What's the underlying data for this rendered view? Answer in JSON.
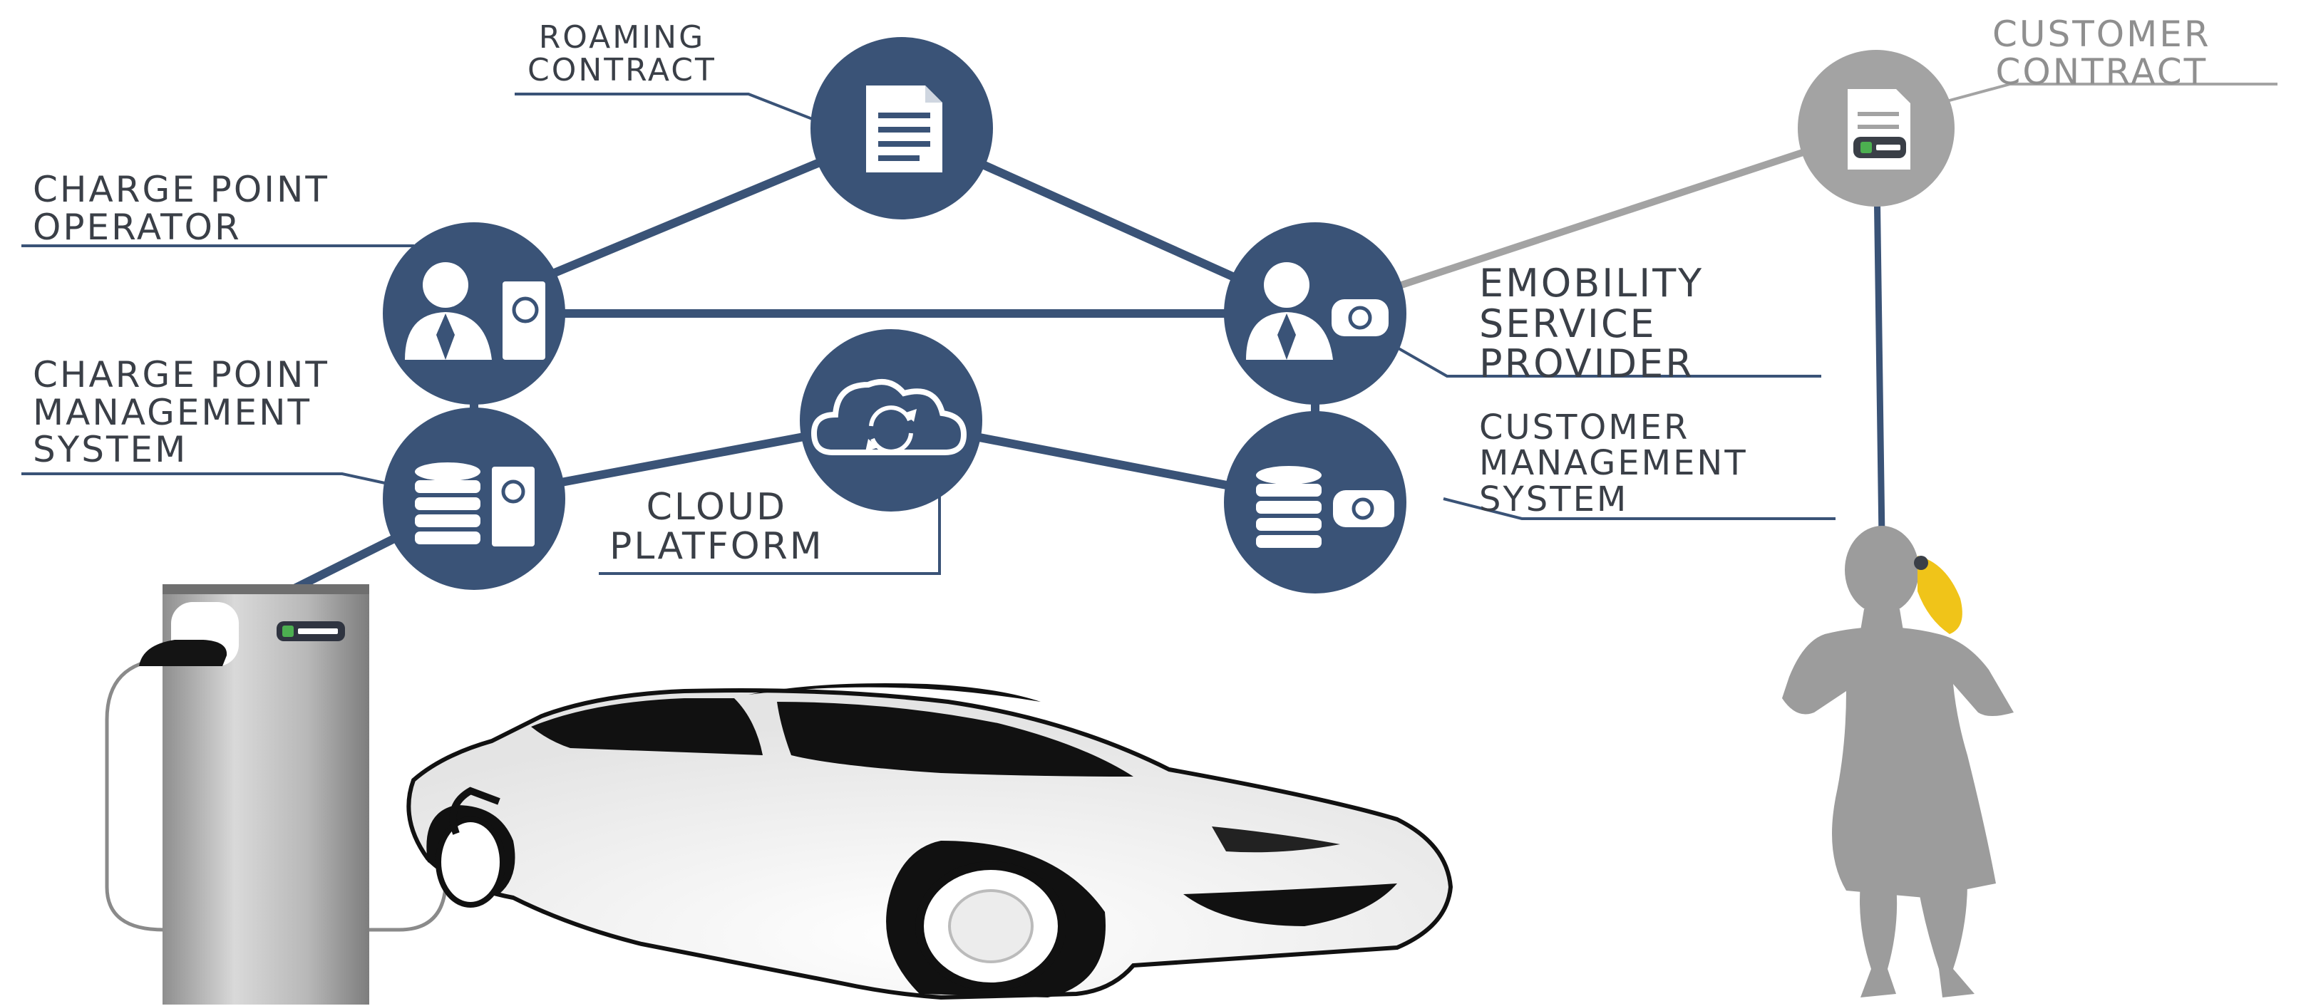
{
  "colors": {
    "navy": "#3a5377",
    "gray": "#a3a3a3",
    "text": "#3a3f47",
    "figure": "#9c9c9c",
    "accent_green": "#4caf50",
    "accent_yellow": "#f0c419"
  },
  "nodes": {
    "roaming_contract": {
      "icon": "document-icon",
      "lines": [
        "ROAMING",
        "CONTRACT"
      ]
    },
    "charge_point_operator": {
      "icon": "operator-icon",
      "lines": [
        "CHARGE POINT",
        "OPERATOR"
      ]
    },
    "emobility_service_provider": {
      "icon": "service-provider-icon",
      "lines": [
        "EMOBILITY",
        "SERVICE",
        "PROVIDER"
      ]
    },
    "charge_point_management_system": {
      "icon": "database-charger-icon",
      "lines": [
        "CHARGE POINT",
        "MANAGEMENT",
        "SYSTEM"
      ]
    },
    "cloud_platform": {
      "icon": "cloud-sync-icon",
      "lines": [
        "CLOUD",
        "PLATFORM"
      ]
    },
    "customer_management_system": {
      "icon": "database-card-icon",
      "lines": [
        "CUSTOMER",
        "MANAGEMENT",
        "SYSTEM"
      ]
    },
    "customer_contract": {
      "icon": "contract-card-icon",
      "lines": [
        "CUSTOMER",
        "CONTRACT"
      ]
    }
  },
  "illustrations": {
    "charger": "charging-station-icon",
    "car": "electric-car-icon",
    "customer": "customer-silhouette-icon"
  }
}
